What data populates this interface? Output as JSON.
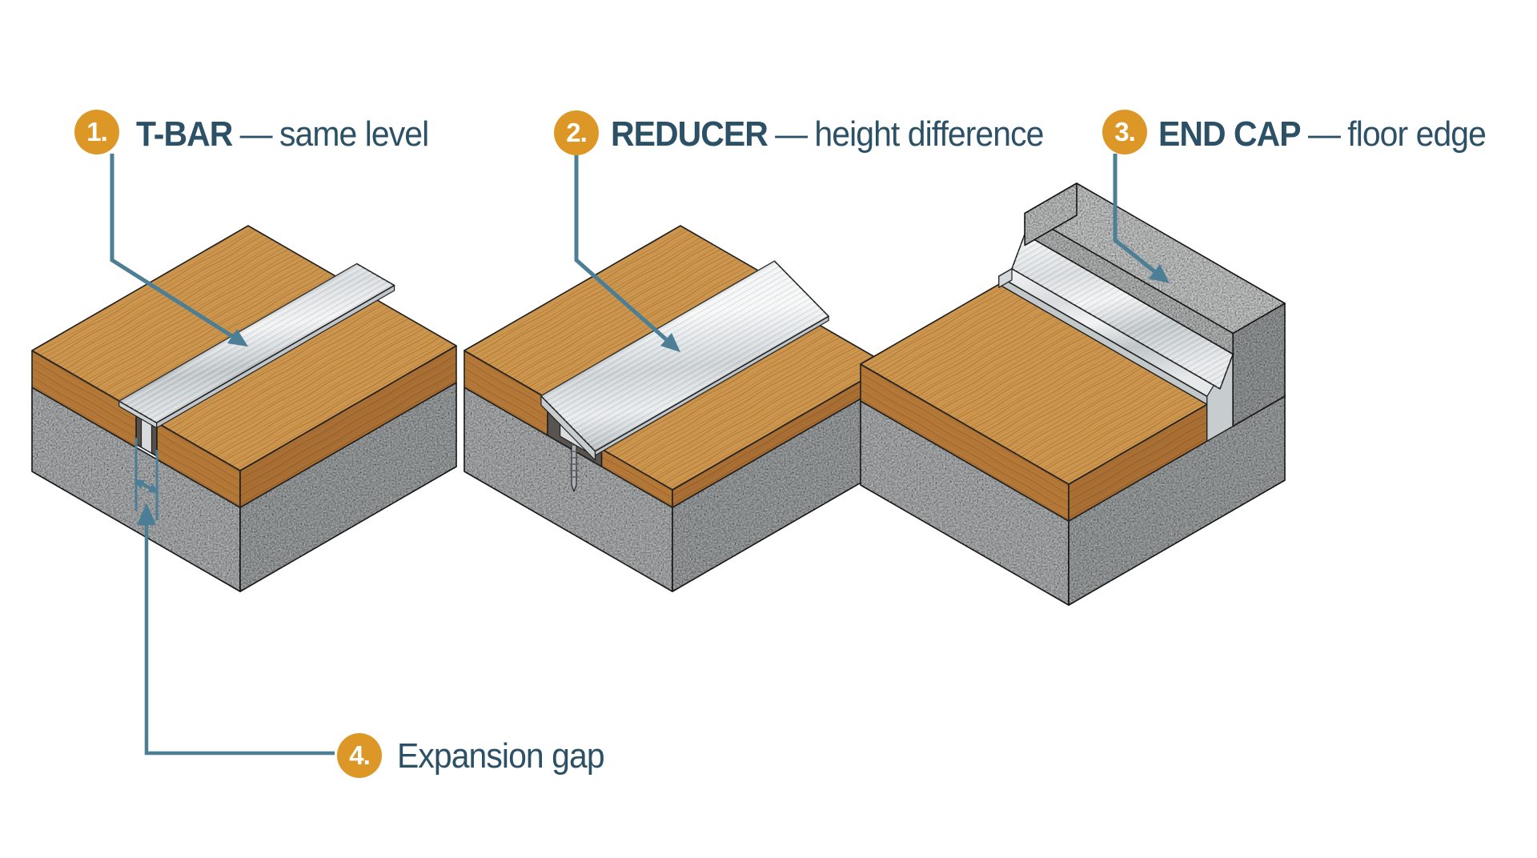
{
  "title_labels": [
    {
      "number": "1.",
      "term": "T-BAR",
      "separator": "—",
      "description": "same level"
    },
    {
      "number": "2.",
      "term": "REDUCER",
      "separator": "—",
      "description": "height difference"
    },
    {
      "number": "3.",
      "term": "END CAP",
      "separator": "—",
      "description": "floor edge"
    }
  ],
  "callout": {
    "number": "4.",
    "description": "Expansion gap"
  },
  "colors": {
    "badge_orange": "#DD9727",
    "label_text": "#2C5166",
    "arrow_teal": "#4C7E95",
    "wood_top": "#CD9750",
    "wood_side_left": "#B47939",
    "wood_side_right": "#A96F34",
    "concrete_light": "#B7BABA",
    "concrete_mid": "#B0B3B4",
    "concrete_dark": "#A0A4A5",
    "metal_light": "#F2F4F4",
    "metal_mid": "#C7CCCE",
    "outline": "#202020",
    "background": "#FFFFFF"
  }
}
